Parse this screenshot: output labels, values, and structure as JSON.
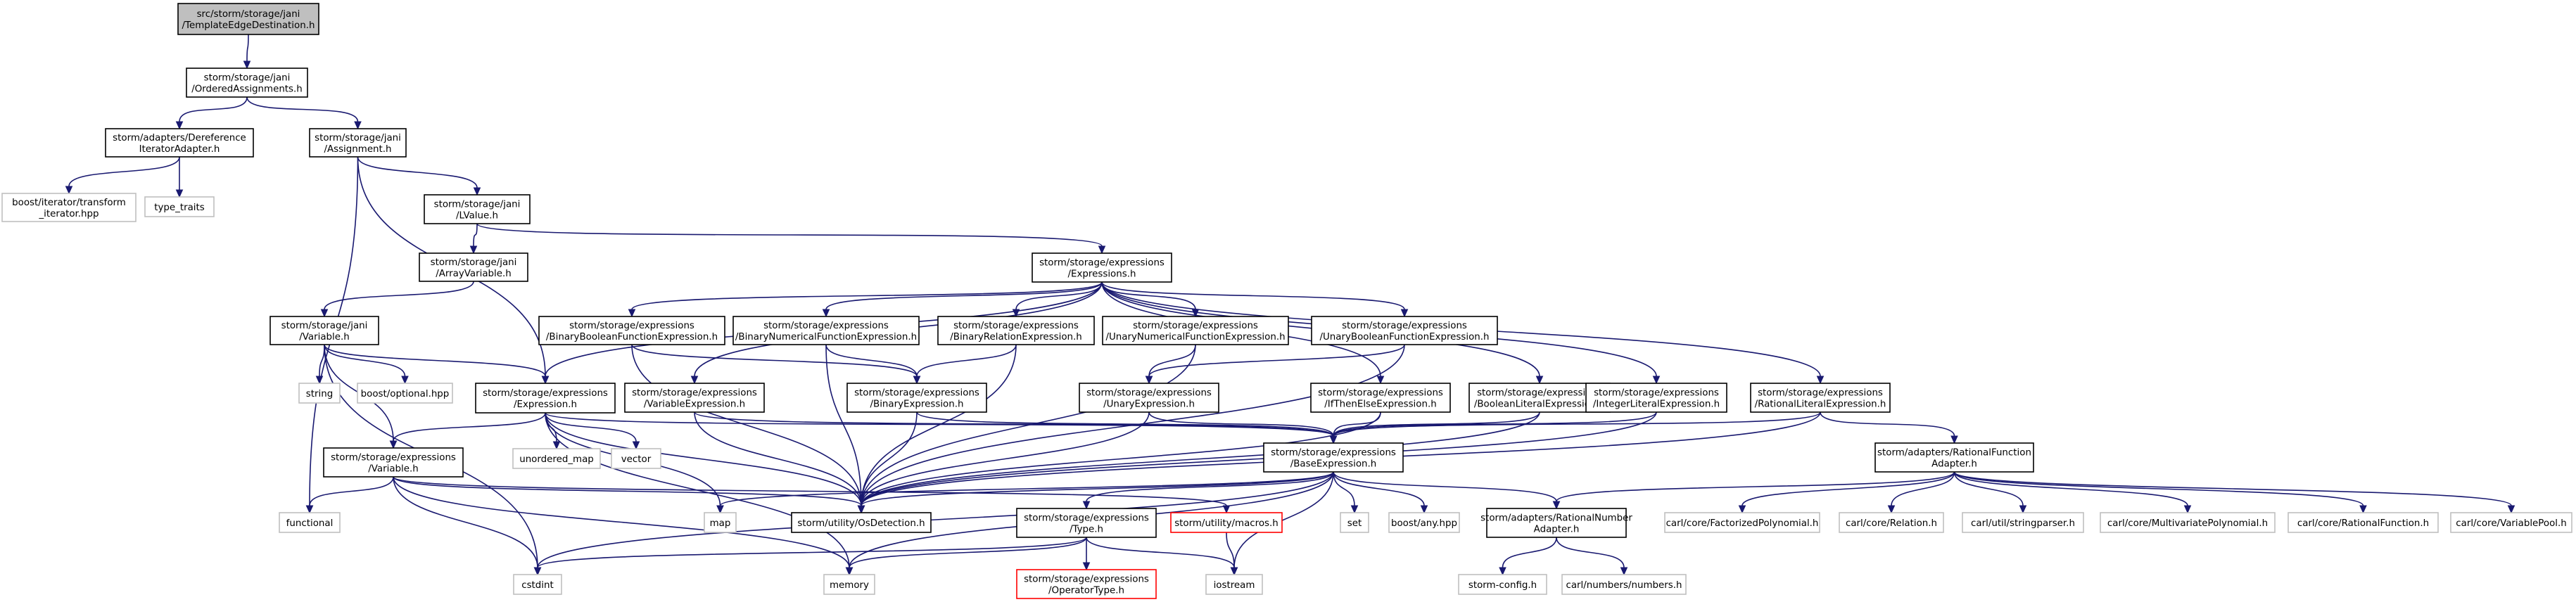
{
  "diagram": {
    "colors": {
      "edge": "#191970",
      "root_fill": "#bfbfbf",
      "node_border": "#000000",
      "external_border": "#bfbfbf",
      "missing_border": "#ff0000",
      "text": "#000000"
    },
    "nodes": [
      {
        "id": "root",
        "lines": [
          "src/storm/storage/jani",
          "/TemplateEdgeDestination.h"
        ],
        "kind": "root"
      },
      {
        "id": "ordered",
        "lines": [
          "storm/storage/jani",
          "/OrderedAssignments.h"
        ],
        "kind": "local"
      },
      {
        "id": "deref",
        "lines": [
          "storm/adapters/Dereference",
          "IteratorAdapter.h"
        ],
        "kind": "local"
      },
      {
        "id": "assign",
        "lines": [
          "storm/storage/jani",
          "/Assignment.h"
        ],
        "kind": "local"
      },
      {
        "id": "boostiter",
        "lines": [
          "boost/iterator/transform",
          "_iterator.hpp"
        ],
        "kind": "external"
      },
      {
        "id": "typetraits",
        "lines": [
          "type_traits"
        ],
        "kind": "external"
      },
      {
        "id": "lvalue",
        "lines": [
          "storm/storage/jani",
          "/LValue.h"
        ],
        "kind": "local"
      },
      {
        "id": "arrayvar",
        "lines": [
          "storm/storage/jani",
          "/ArrayVariable.h"
        ],
        "kind": "local"
      },
      {
        "id": "exprs",
        "lines": [
          "storm/storage/expressions",
          "/Expressions.h"
        ],
        "kind": "local"
      },
      {
        "id": "janivar",
        "lines": [
          "storm/storage/jani",
          "/Variable.h"
        ],
        "kind": "local"
      },
      {
        "id": "string",
        "lines": [
          "string"
        ],
        "kind": "external"
      },
      {
        "id": "optional",
        "lines": [
          "boost/optional.hpp"
        ],
        "kind": "external"
      },
      {
        "id": "expr",
        "lines": [
          "storm/storage/expressions",
          "/Expression.h"
        ],
        "kind": "local"
      },
      {
        "id": "varexpr",
        "lines": [
          "storm/storage/expressions",
          "/VariableExpression.h"
        ],
        "kind": "local"
      },
      {
        "id": "binbool",
        "lines": [
          "storm/storage/expressions",
          "/BinaryBooleanFunctionExpression.h"
        ],
        "kind": "local"
      },
      {
        "id": "binnum",
        "lines": [
          "storm/storage/expressions",
          "/BinaryNumericalFunctionExpression.h"
        ],
        "kind": "local"
      },
      {
        "id": "binrel",
        "lines": [
          "storm/storage/expressions",
          "/BinaryRelationExpression.h"
        ],
        "kind": "local"
      },
      {
        "id": "binexpr",
        "lines": [
          "storm/storage/expressions",
          "/BinaryExpression.h"
        ],
        "kind": "local"
      },
      {
        "id": "unnum",
        "lines": [
          "storm/storage/expressions",
          "/UnaryNumericalFunctionExpression.h"
        ],
        "kind": "local"
      },
      {
        "id": "unbool",
        "lines": [
          "storm/storage/expressions",
          "/UnaryBooleanFunctionExpression.h"
        ],
        "kind": "local"
      },
      {
        "id": "unexpr",
        "lines": [
          "storm/storage/expressions",
          "/UnaryExpression.h"
        ],
        "kind": "local"
      },
      {
        "id": "ite",
        "lines": [
          "storm/storage/expressions",
          "/IfThenElseExpression.h"
        ],
        "kind": "local"
      },
      {
        "id": "boollit",
        "lines": [
          "storm/storage/expressions",
          "/BooleanLiteralExpression.h"
        ],
        "kind": "local"
      },
      {
        "id": "intlit",
        "lines": [
          "storm/storage/expressions",
          "/IntegerLiteralExpression.h"
        ],
        "kind": "local"
      },
      {
        "id": "ratlit",
        "lines": [
          "storm/storage/expressions",
          "/RationalLiteralExpression.h"
        ],
        "kind": "local"
      },
      {
        "id": "exprvar",
        "lines": [
          "storm/storage/expressions",
          "/Variable.h"
        ],
        "kind": "local"
      },
      {
        "id": "unordered",
        "lines": [
          "unordered_map"
        ],
        "kind": "external"
      },
      {
        "id": "vector",
        "lines": [
          "vector"
        ],
        "kind": "external"
      },
      {
        "id": "baseexpr",
        "lines": [
          "storm/storage/expressions",
          "/BaseExpression.h"
        ],
        "kind": "local"
      },
      {
        "id": "ratfunc",
        "lines": [
          "storm/adapters/RationalFunction",
          "Adapter.h"
        ],
        "kind": "local"
      },
      {
        "id": "functional",
        "lines": [
          "functional"
        ],
        "kind": "external"
      },
      {
        "id": "map",
        "lines": [
          "map"
        ],
        "kind": "external"
      },
      {
        "id": "osdet",
        "lines": [
          "storm/utility/OsDetection.h"
        ],
        "kind": "local"
      },
      {
        "id": "macros",
        "lines": [
          "storm/utility/macros.h"
        ],
        "kind": "missing"
      },
      {
        "id": "type",
        "lines": [
          "storm/storage/expressions",
          "/Type.h"
        ],
        "kind": "local"
      },
      {
        "id": "set",
        "lines": [
          "set"
        ],
        "kind": "external"
      },
      {
        "id": "anyhpp",
        "lines": [
          "boost/any.hpp"
        ],
        "kind": "external"
      },
      {
        "id": "ratnum",
        "lines": [
          "storm/adapters/RationalNumber",
          "Adapter.h"
        ],
        "kind": "local"
      },
      {
        "id": "factpoly",
        "lines": [
          "carl/core/FactorizedPolynomial.h"
        ],
        "kind": "external"
      },
      {
        "id": "relation",
        "lines": [
          "carl/core/Relation.h"
        ],
        "kind": "external"
      },
      {
        "id": "strparser",
        "lines": [
          "carl/util/stringparser.h"
        ],
        "kind": "external"
      },
      {
        "id": "multipoly",
        "lines": [
          "carl/core/MultivariatePolynomial.h"
        ],
        "kind": "external"
      },
      {
        "id": "ratfunch",
        "lines": [
          "carl/core/RationalFunction.h"
        ],
        "kind": "external"
      },
      {
        "id": "varpool",
        "lines": [
          "carl/core/VariablePool.h"
        ],
        "kind": "external"
      },
      {
        "id": "cstdint",
        "lines": [
          "cstdint"
        ],
        "kind": "external"
      },
      {
        "id": "memory",
        "lines": [
          "memory"
        ],
        "kind": "external"
      },
      {
        "id": "iostream",
        "lines": [
          "iostream"
        ],
        "kind": "external"
      },
      {
        "id": "optype",
        "lines": [
          "storm/storage/expressions",
          "/OperatorType.h"
        ],
        "kind": "missing"
      },
      {
        "id": "stormconfig",
        "lines": [
          "storm-config.h"
        ],
        "kind": "external"
      },
      {
        "id": "carlnum",
        "lines": [
          "carl/numbers/numbers.h"
        ],
        "kind": "external"
      }
    ],
    "edges": [
      [
        "root",
        "ordered"
      ],
      [
        "ordered",
        "deref"
      ],
      [
        "ordered",
        "assign"
      ],
      [
        "deref",
        "boostiter"
      ],
      [
        "deref",
        "typetraits"
      ],
      [
        "assign",
        "lvalue"
      ],
      [
        "assign",
        "expr"
      ],
      [
        "assign",
        "functional"
      ],
      [
        "lvalue",
        "arrayvar"
      ],
      [
        "lvalue",
        "exprs"
      ],
      [
        "arrayvar",
        "janivar"
      ],
      [
        "janivar",
        "string"
      ],
      [
        "janivar",
        "optional"
      ],
      [
        "janivar",
        "expr"
      ],
      [
        "janivar",
        "exprvar"
      ],
      [
        "janivar",
        "cstdint"
      ],
      [
        "exprs",
        "expr"
      ],
      [
        "exprs",
        "varexpr"
      ],
      [
        "exprs",
        "binbool"
      ],
      [
        "exprs",
        "binnum"
      ],
      [
        "exprs",
        "binrel"
      ],
      [
        "exprs",
        "unnum"
      ],
      [
        "exprs",
        "unbool"
      ],
      [
        "exprs",
        "ite"
      ],
      [
        "exprs",
        "boollit"
      ],
      [
        "exprs",
        "intlit"
      ],
      [
        "exprs",
        "ratlit"
      ],
      [
        "expr",
        "exprvar"
      ],
      [
        "expr",
        "unordered"
      ],
      [
        "expr",
        "vector"
      ],
      [
        "expr",
        "baseexpr"
      ],
      [
        "expr",
        "osdet"
      ],
      [
        "expr",
        "map"
      ],
      [
        "expr",
        "memory"
      ],
      [
        "varexpr",
        "baseexpr"
      ],
      [
        "varexpr",
        "osdet"
      ],
      [
        "binbool",
        "binexpr"
      ],
      [
        "binbool",
        "osdet"
      ],
      [
        "binnum",
        "binexpr"
      ],
      [
        "binnum",
        "osdet"
      ],
      [
        "binrel",
        "binexpr"
      ],
      [
        "binrel",
        "osdet"
      ],
      [
        "binexpr",
        "baseexpr"
      ],
      [
        "binexpr",
        "osdet"
      ],
      [
        "unnum",
        "unexpr"
      ],
      [
        "unnum",
        "osdet"
      ],
      [
        "unbool",
        "unexpr"
      ],
      [
        "unbool",
        "osdet"
      ],
      [
        "unexpr",
        "baseexpr"
      ],
      [
        "unexpr",
        "osdet"
      ],
      [
        "ite",
        "baseexpr"
      ],
      [
        "ite",
        "osdet"
      ],
      [
        "boollit",
        "baseexpr"
      ],
      [
        "boollit",
        "osdet"
      ],
      [
        "intlit",
        "baseexpr"
      ],
      [
        "intlit",
        "osdet"
      ],
      [
        "ratlit",
        "baseexpr"
      ],
      [
        "ratlit",
        "ratfunc"
      ],
      [
        "ratlit",
        "osdet"
      ],
      [
        "exprvar",
        "functional"
      ],
      [
        "exprvar",
        "cstdint"
      ],
      [
        "exprvar",
        "memory"
      ],
      [
        "exprvar",
        "osdet"
      ],
      [
        "exprvar",
        "macros"
      ],
      [
        "baseexpr",
        "osdet"
      ],
      [
        "baseexpr",
        "map"
      ],
      [
        "baseexpr",
        "set"
      ],
      [
        "baseexpr",
        "anyhpp"
      ],
      [
        "baseexpr",
        "type"
      ],
      [
        "baseexpr",
        "ratnum"
      ],
      [
        "baseexpr",
        "iostream"
      ],
      [
        "baseexpr",
        "memory"
      ],
      [
        "baseexpr",
        "cstdint"
      ],
      [
        "ratfunc",
        "ratnum"
      ],
      [
        "ratfunc",
        "factpoly"
      ],
      [
        "ratfunc",
        "relation"
      ],
      [
        "ratfunc",
        "strparser"
      ],
      [
        "ratfunc",
        "multipoly"
      ],
      [
        "ratfunc",
        "ratfunch"
      ],
      [
        "ratfunc",
        "varpool"
      ],
      [
        "type",
        "optype"
      ],
      [
        "type",
        "memory"
      ],
      [
        "type",
        "iostream"
      ],
      [
        "type",
        "cstdint"
      ],
      [
        "macros",
        "iostream"
      ],
      [
        "ratnum",
        "stormconfig"
      ],
      [
        "ratnum",
        "carlnum"
      ]
    ]
  }
}
